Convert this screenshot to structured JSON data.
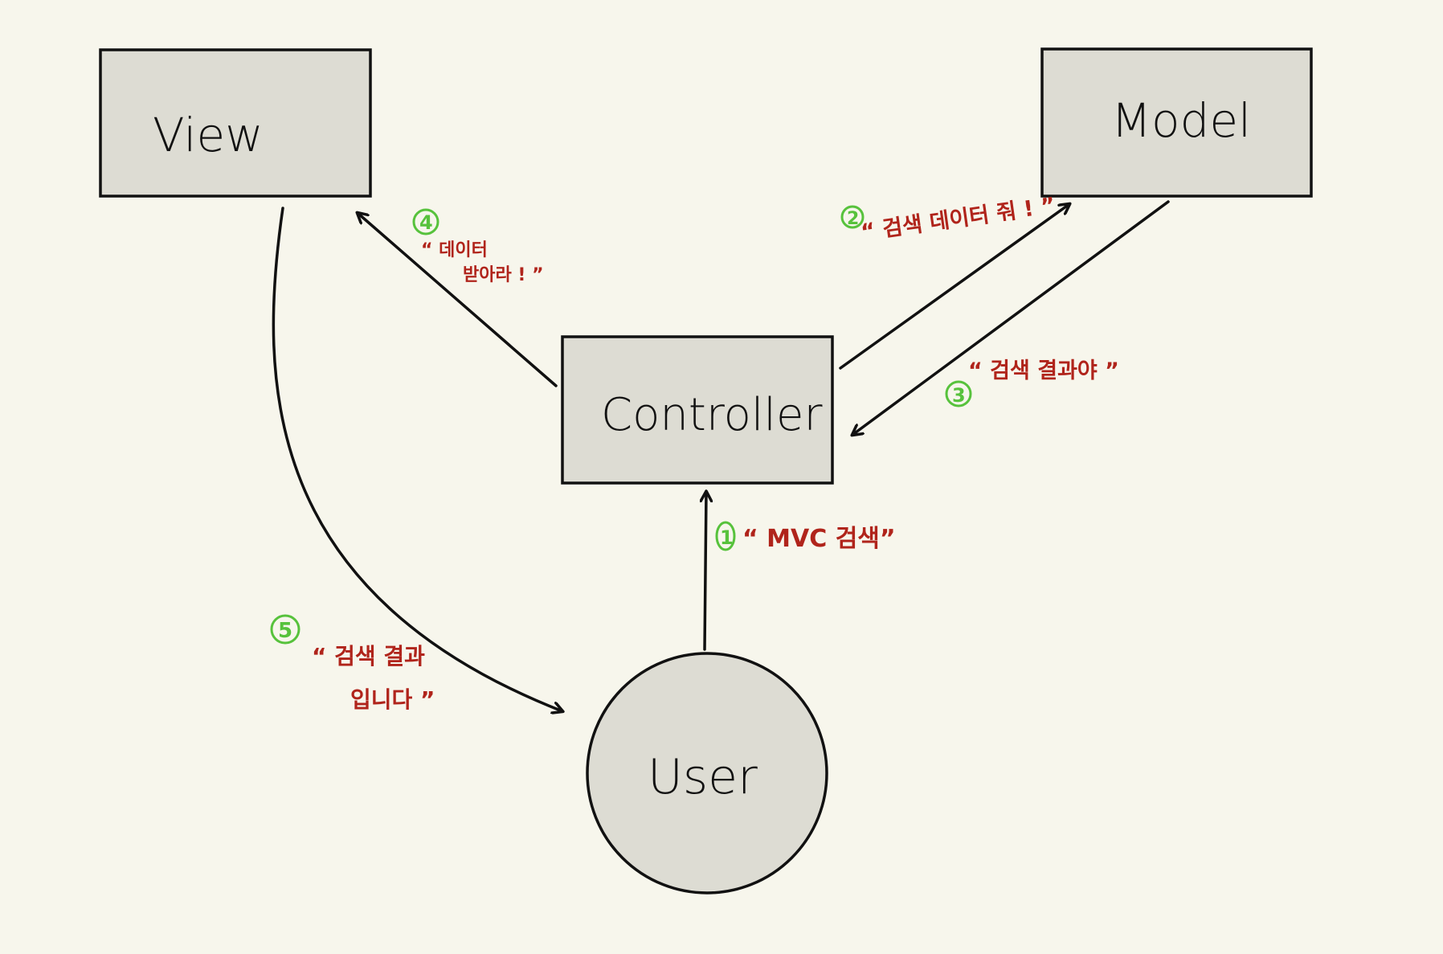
{
  "nodes": {
    "view": "View",
    "model": "Model",
    "controller": "Controller",
    "user": "User"
  },
  "steps": [
    {
      "number": "1",
      "text": "“ MVC 검색”"
    },
    {
      "number": "2",
      "text": "“ 검색 데이터 줘 ! ”"
    },
    {
      "number": "3",
      "text": "“ 검색 결과야 ”"
    },
    {
      "number": "4",
      "text_lines": [
        "“ 데이터",
        "받아라 ! ”"
      ]
    },
    {
      "number": "5",
      "text_lines": [
        "“ 검색 결과",
        "입니다 ”"
      ]
    }
  ],
  "colors": {
    "background": "#f7f6ec",
    "node_fill": "#dddcd3",
    "stroke": "#111111",
    "step_number": "#57c23c",
    "step_text": "#b0241b"
  }
}
